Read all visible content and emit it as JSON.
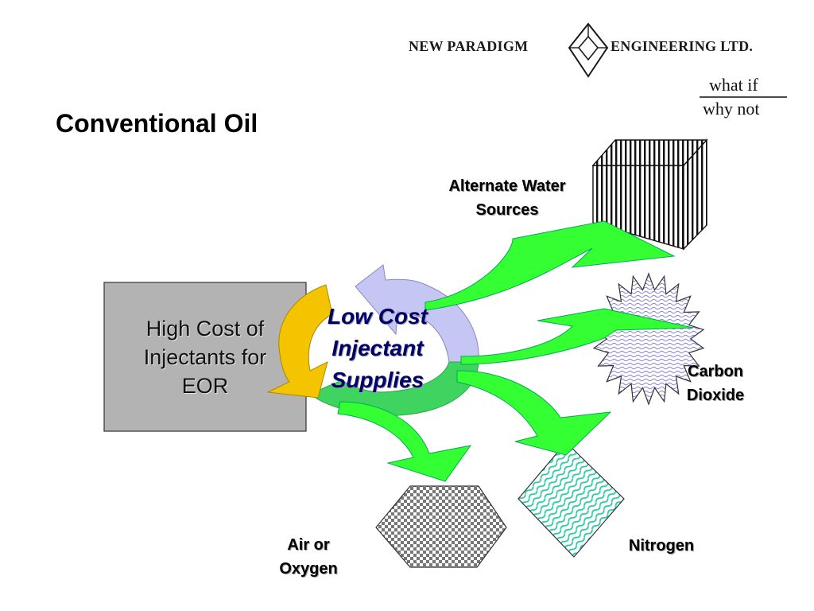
{
  "header": {
    "company_left": "NEW PARADIGM",
    "company_right": "ENGINEERING LTD.",
    "tagline_top": "what if",
    "tagline_bottom": "why not"
  },
  "slide": {
    "title": "Conventional Oil"
  },
  "diagram": {
    "source_box": {
      "lines": [
        "High Cost of",
        "Injectants for",
        "EOR"
      ]
    },
    "center": {
      "lines": [
        "Low Cost",
        "Injectant",
        "Supplies"
      ]
    },
    "targets": {
      "water": {
        "lines": [
          "Alternate Water",
          "Sources"
        ]
      },
      "co2": {
        "lines": [
          "Carbon",
          "Dioxide"
        ]
      },
      "nitrogen": {
        "lines": [
          "Nitrogen"
        ]
      },
      "air": {
        "lines": [
          "Air or",
          "Oxygen"
        ]
      }
    },
    "colors": {
      "box_fill": "#b3b3b3",
      "cycle_yellow": "#f5c400",
      "cycle_lavender": "#c6c6f5",
      "cycle_green": "#3fd45f",
      "arrow_green": "#33ff33",
      "nitrogen_teal": "#2fc9a8",
      "co2_blue": "#8a8ad8",
      "center_text": "#000066"
    }
  }
}
